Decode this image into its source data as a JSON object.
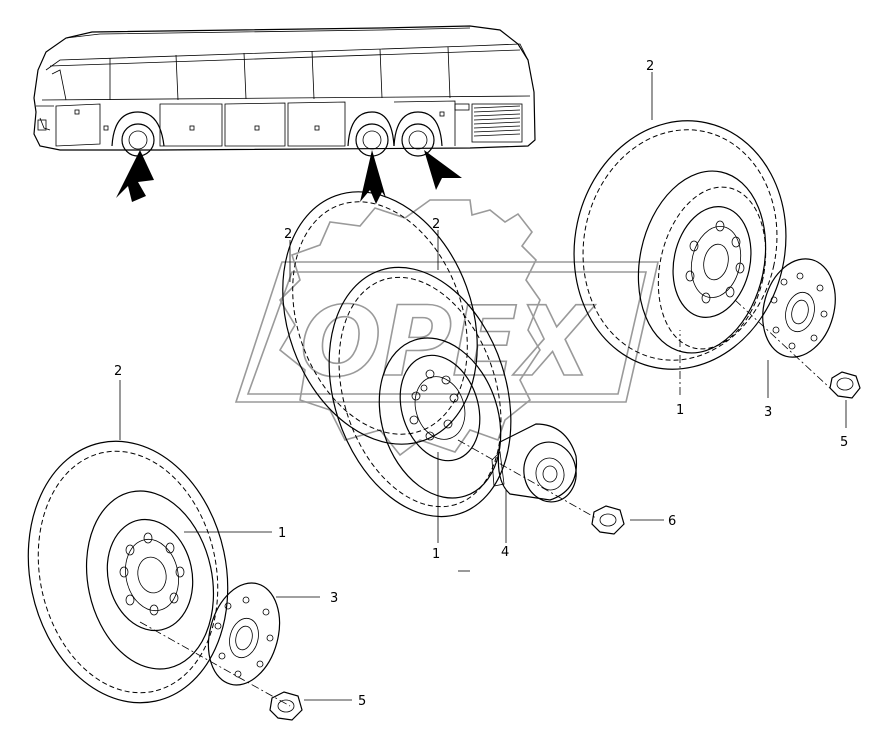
{
  "callouts": {
    "top_right_tire": "2",
    "top_right_wheel": "1",
    "top_right_hubcap": "3",
    "top_right_nut": "5",
    "middle_tire_outer": "2",
    "middle_tire_inner": "2",
    "middle_wheel": "1",
    "middle_adapter": "4",
    "middle_nut": "6",
    "left_tire": "2",
    "left_wheel": "1",
    "left_hubcap": "3",
    "left_nut": "5"
  },
  "watermark": {
    "text": "OPEX"
  }
}
